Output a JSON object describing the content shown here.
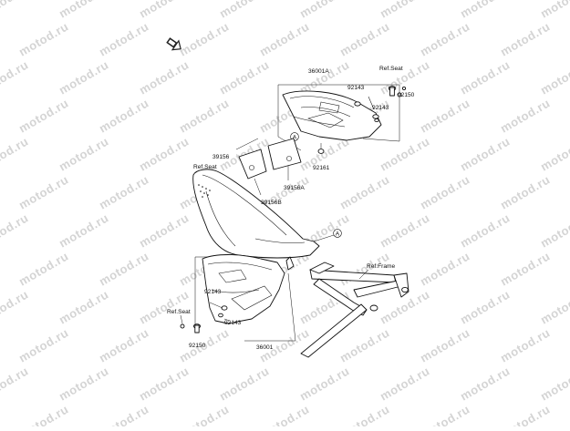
{
  "watermark": {
    "text": "motod.ru"
  },
  "orientation_icon": {
    "name": "front-direction-arrow-icon"
  },
  "callouts": {
    "a_upper": "A",
    "a_lower": "A"
  },
  "labels": {
    "p36001A": "36001A",
    "ref_seat_top": "Ref.Seat",
    "p92143_top1": "92143",
    "p92150_top": "92150",
    "p92143_top2": "92143",
    "p39156": "39156",
    "p92161": "92161",
    "ref_seat_mid": "Ref.Seat",
    "p39156A": "39156A",
    "p39156B": "39156B",
    "ref_frame": "Ref.Frame",
    "p92143_low1": "92143",
    "ref_seat_low": "Ref.Seat",
    "p92143_low2": "92143",
    "p92150_low": "92150",
    "p36001": "36001"
  }
}
